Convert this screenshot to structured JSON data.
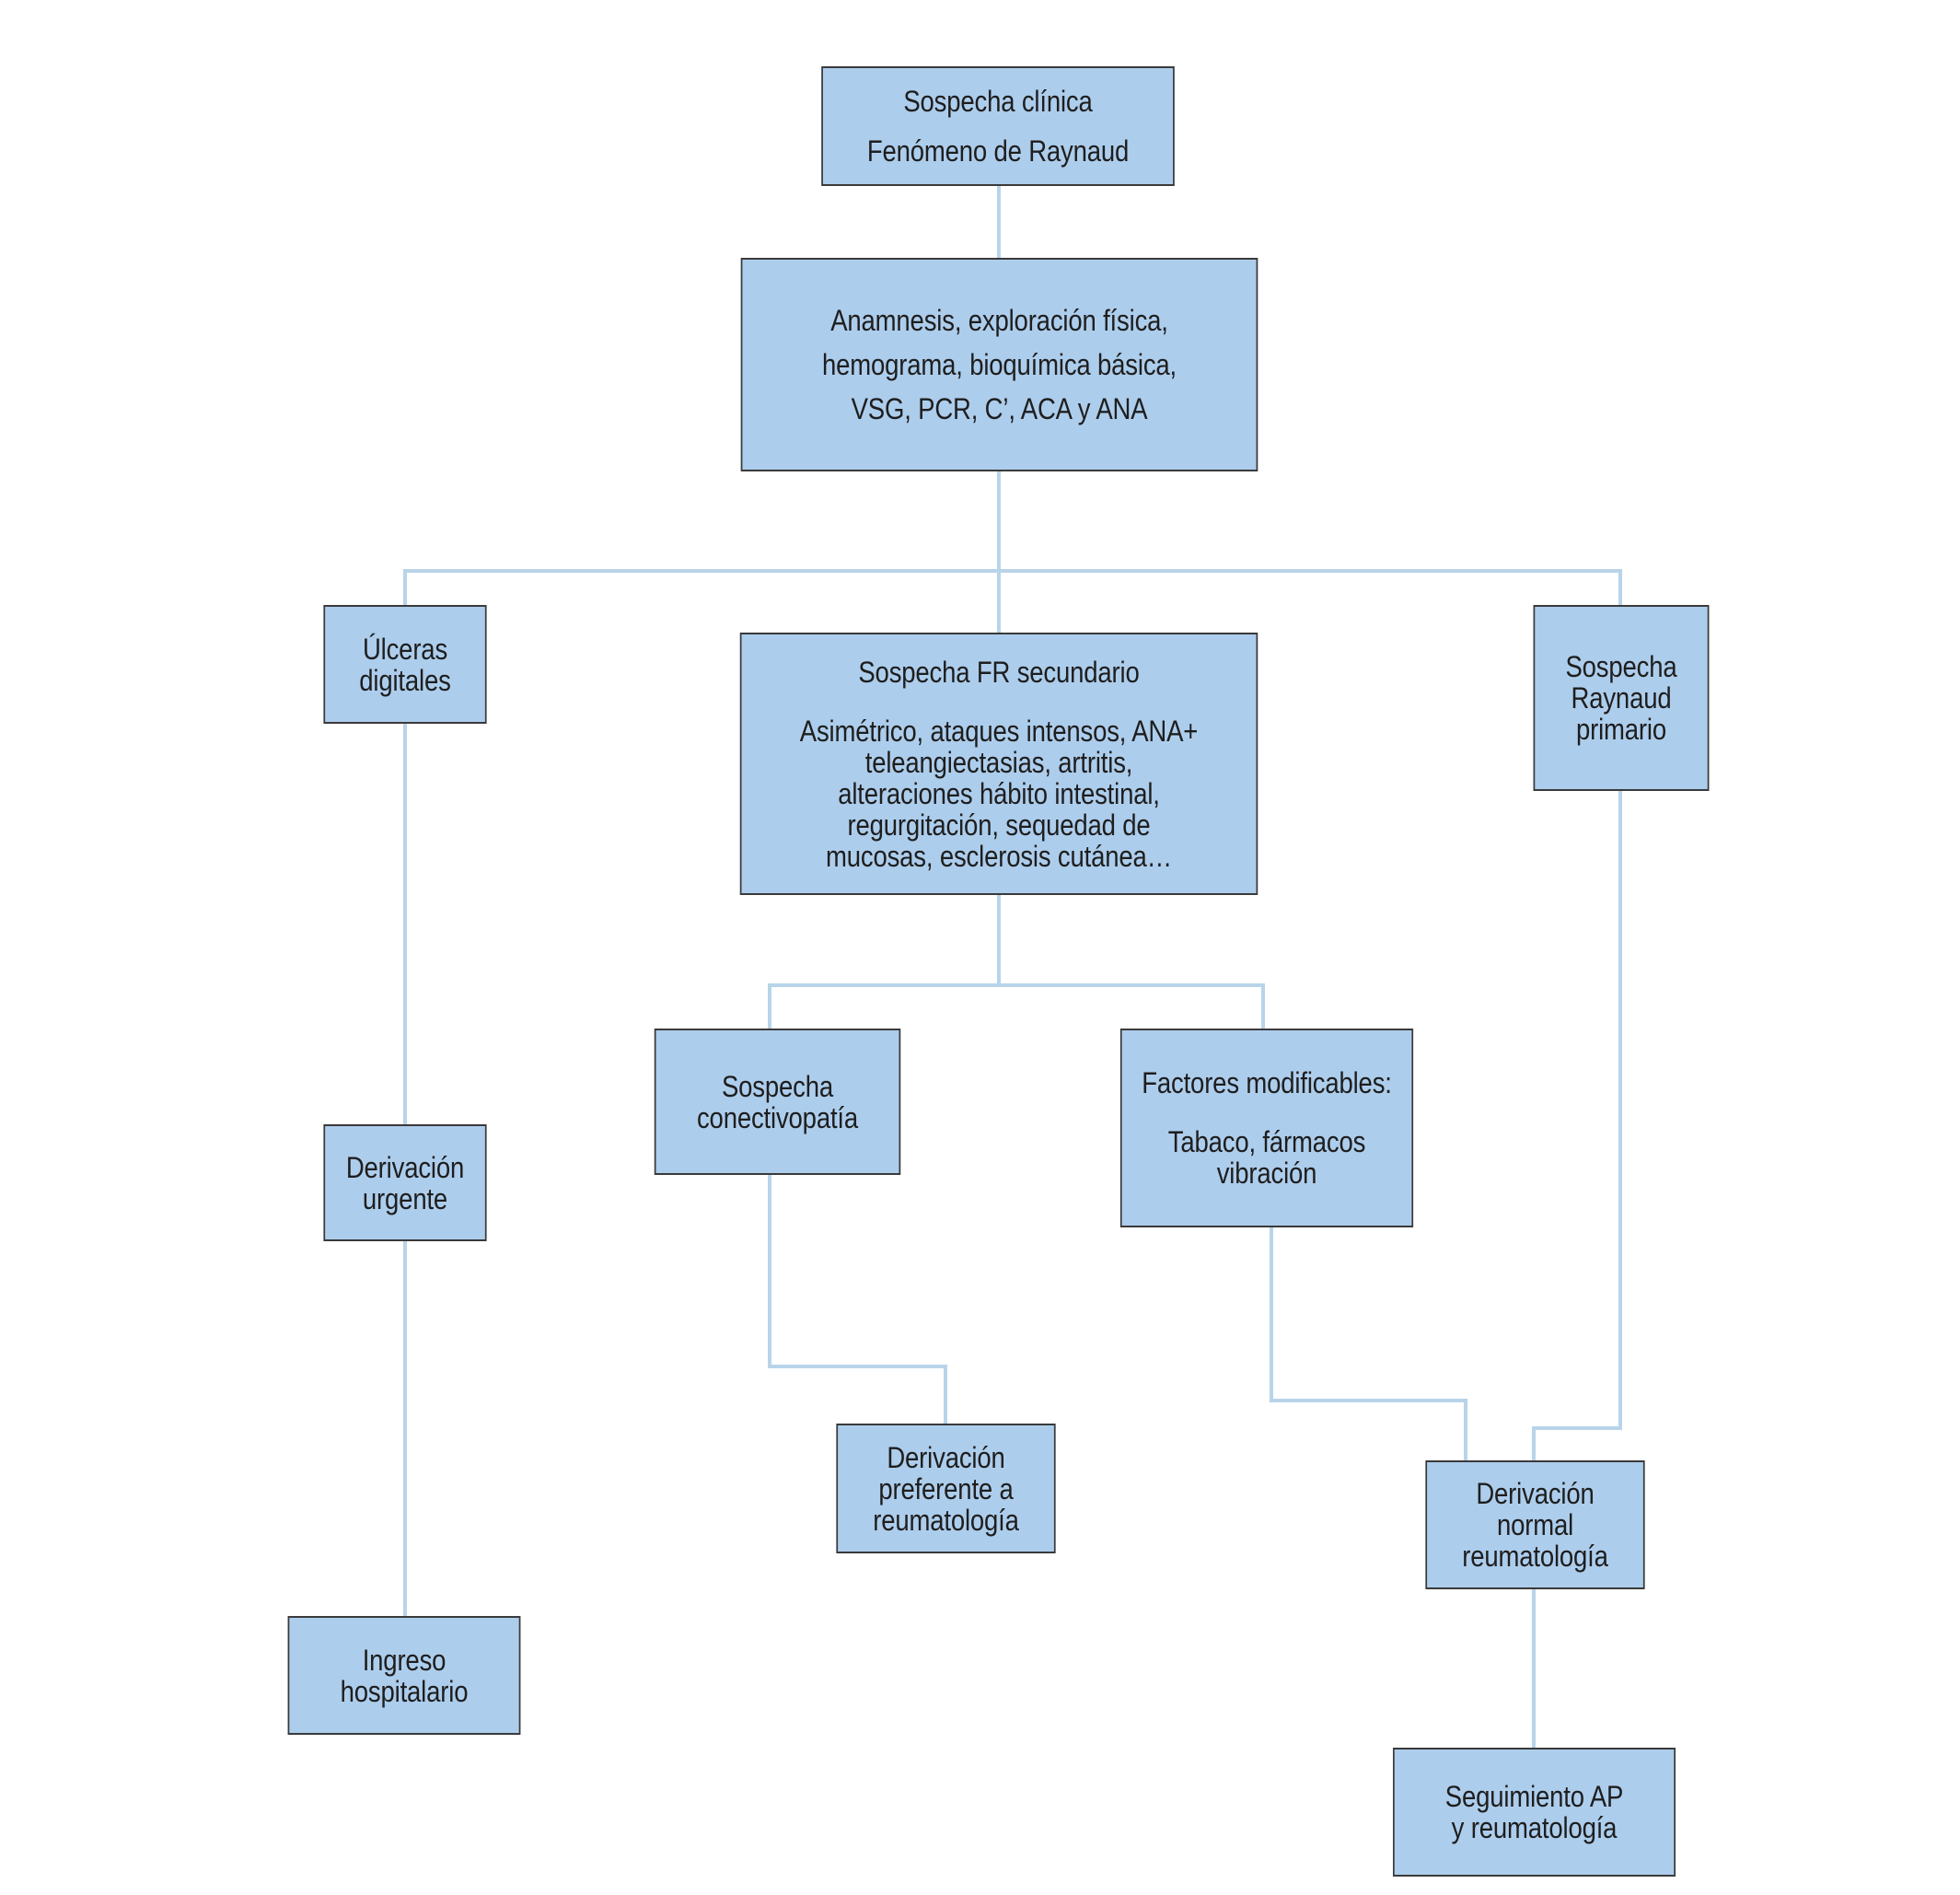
{
  "colors": {
    "node_fill": "#adcdec",
    "node_border": "#3a3a3a",
    "connector": "#b8d4ea",
    "text": "#1e1e1e",
    "background": "#ffffff"
  },
  "nodes": {
    "sospecha_clinica": {
      "title": "Sospecha clínica",
      "subtitle": "Fenómeno de Raynaud"
    },
    "anamnesis": {
      "lines": [
        "Anamnesis, exploración física,",
        "hemograma, bioquímica básica,",
        "VSG, PCR, C’, ACA y ANA"
      ]
    },
    "ulceras": {
      "lines": [
        "Úlceras",
        "digitales"
      ]
    },
    "sospecha_fr_secundario": {
      "title": "Sospecha FR secundario",
      "lines": [
        "Asimétrico, ataques intensos, ANA+",
        "teleangiectasias, artritis,",
        "alteraciones hábito intestinal,",
        "regurgitación, sequedad de",
        "mucosas, esclerosis cutánea…"
      ]
    },
    "sospecha_raynaud_primario": {
      "lines": [
        "Sospecha",
        "Raynaud",
        "primario"
      ]
    },
    "derivacion_urgente": {
      "lines": [
        "Derivación",
        "urgente"
      ]
    },
    "sospecha_conectivopatia": {
      "lines": [
        "Sospecha",
        "conectivopatía"
      ]
    },
    "factores_modificables": {
      "title": "Factores modificables:",
      "lines": [
        "Tabaco, fármacos",
        "vibración"
      ]
    },
    "derivacion_preferente": {
      "lines": [
        "Derivación",
        "preferente a",
        "reumatología"
      ]
    },
    "derivacion_normal": {
      "lines": [
        "Derivación",
        "normal",
        "reumatología"
      ]
    },
    "ingreso_hospitalario": {
      "lines": [
        "Ingreso",
        "hospitalario"
      ]
    },
    "seguimiento": {
      "lines": [
        "Seguimiento AP",
        "y reumatología"
      ]
    }
  }
}
